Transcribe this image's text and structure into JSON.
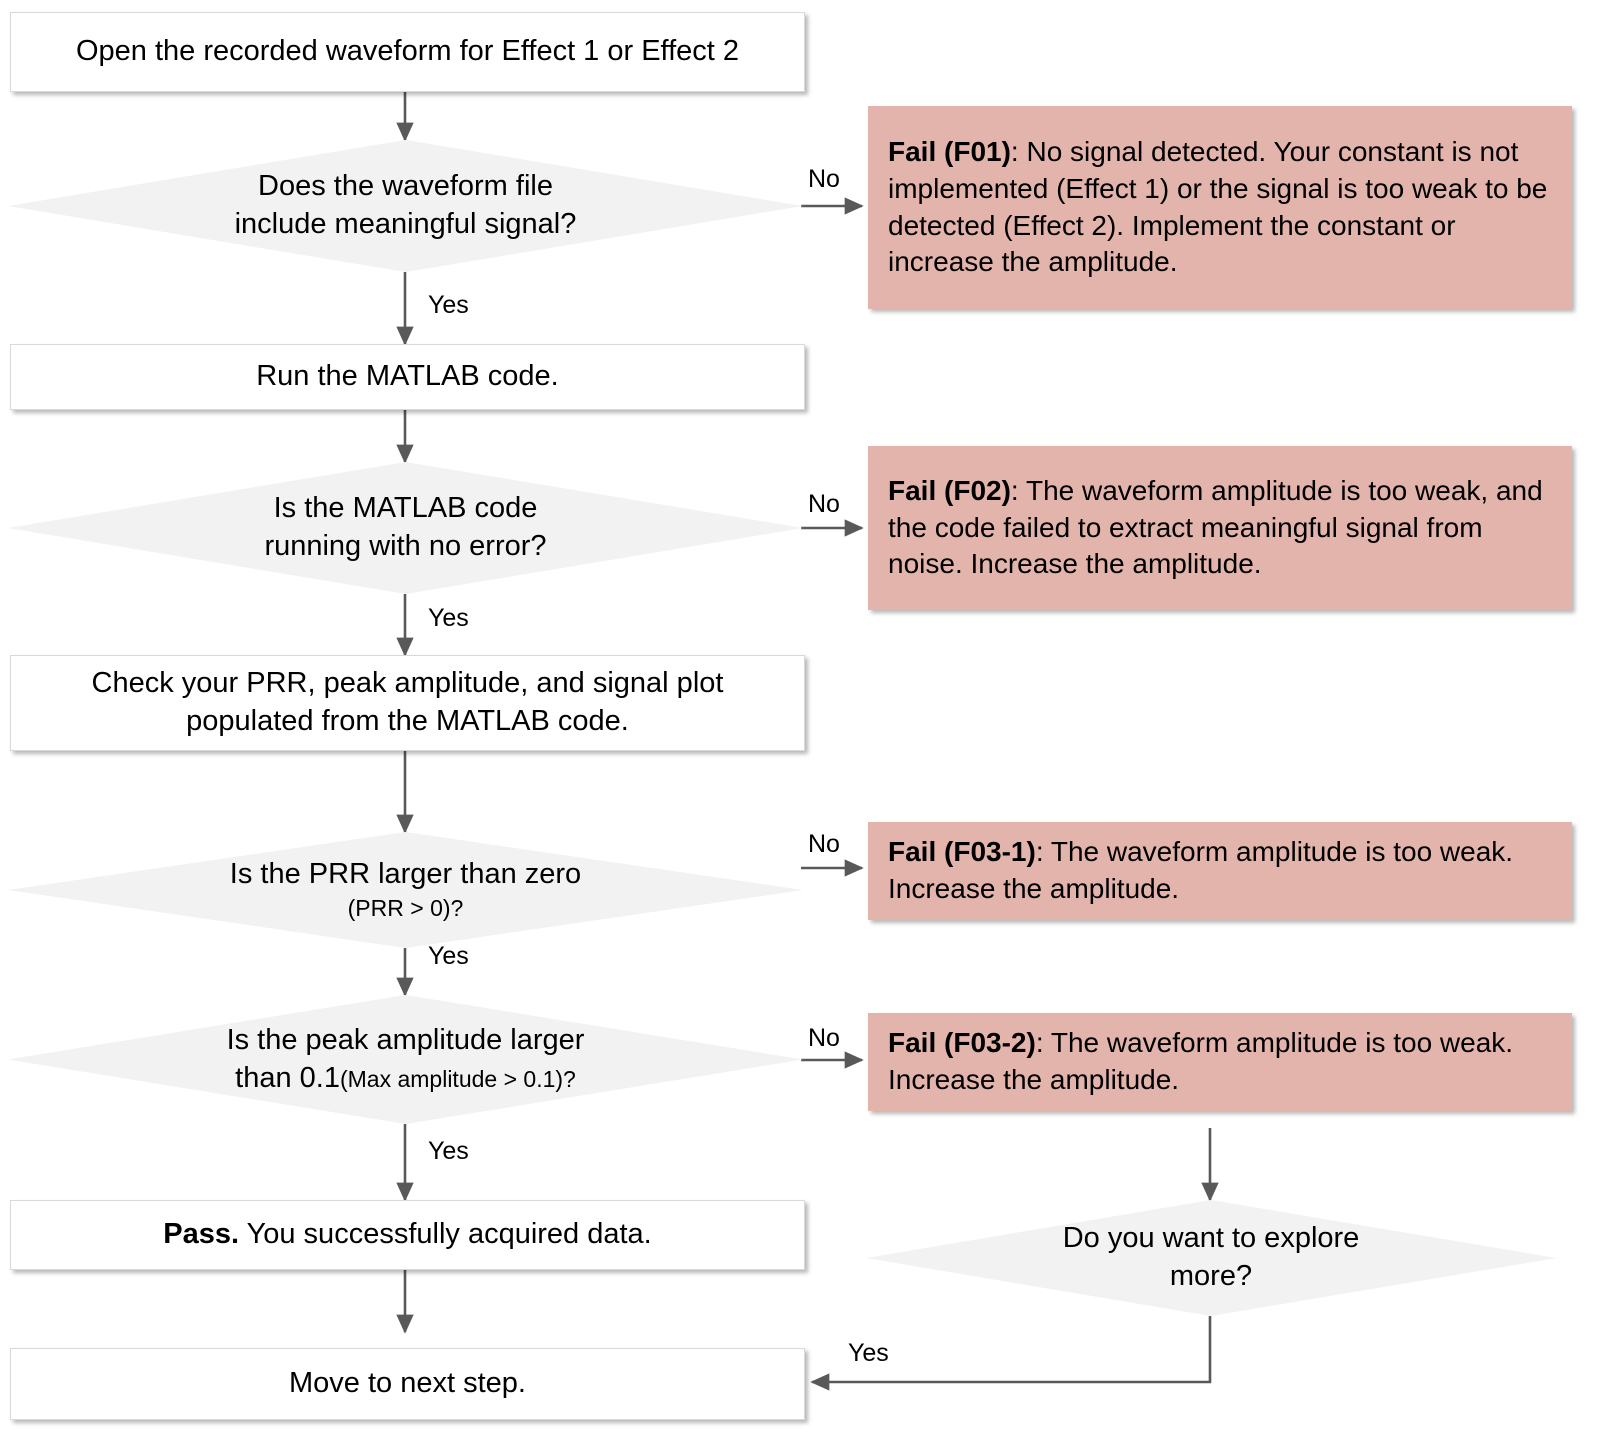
{
  "diagram": {
    "title": "Waveform acquisition troubleshooting flowchart",
    "colors": {
      "process_fill": "#FFFFFF",
      "decision_fill": "#F2F2F2",
      "fail_fill": "#E2B4AB",
      "connector": "#595959",
      "text": "#000000"
    },
    "nodes": {
      "start": {
        "type": "process",
        "text": "Open the recorded waveform for Effect 1 or Effect 2"
      },
      "d1": {
        "type": "decision",
        "line1": "Does the waveform file",
        "line2": "include meaningful signal?"
      },
      "f01": {
        "type": "fail",
        "label": "Fail (F01)",
        "body": ": No signal detected. Your constant is not implemented (Effect 1) or the signal is too weak to be detected (Effect 2). Implement the constant or increase the amplitude."
      },
      "p2": {
        "type": "process",
        "text": "Run the MATLAB code."
      },
      "d2": {
        "type": "decision",
        "line1": "Is the MATLAB code",
        "line2": "running with no error?"
      },
      "f02": {
        "type": "fail",
        "label": "Fail (F02)",
        "body": ": The waveform amplitude is too weak, and the code failed to extract meaningful signal from noise. Increase the amplitude."
      },
      "p3": {
        "type": "process",
        "line1": "Check your PRR, peak amplitude, and signal plot",
        "line2": "populated from the MATLAB code."
      },
      "d3": {
        "type": "decision",
        "line1": "Is the PRR  larger than zero",
        "line2": "(PRR > 0)?"
      },
      "f031": {
        "type": "fail",
        "label": "Fail (F03-1)",
        "body": ": The waveform amplitude is too weak. Increase the amplitude."
      },
      "d4": {
        "type": "decision",
        "line1": "Is the peak amplitude larger",
        "line2_main": "than 0.1",
        "line2_small": "(Max amplitude > 0.1)?"
      },
      "f032": {
        "type": "fail",
        "label": "Fail (F03-2)",
        "body": ": The waveform amplitude is too weak. Increase the amplitude."
      },
      "pass": {
        "type": "process",
        "label": "Pass.",
        "body": " You successfully acquired data."
      },
      "d5": {
        "type": "decision",
        "line1": "Do you want to explore",
        "line2": "more?"
      },
      "next": {
        "type": "process",
        "text": "Move to next step."
      }
    },
    "edge_labels": {
      "d1_no": "No",
      "d1_yes": "Yes",
      "d2_no": "No",
      "d2_yes": "Yes",
      "d3_no": "No",
      "d3_yes": "Yes",
      "d4_no": "No",
      "d4_yes": "Yes",
      "d5_yes": "Yes"
    }
  }
}
